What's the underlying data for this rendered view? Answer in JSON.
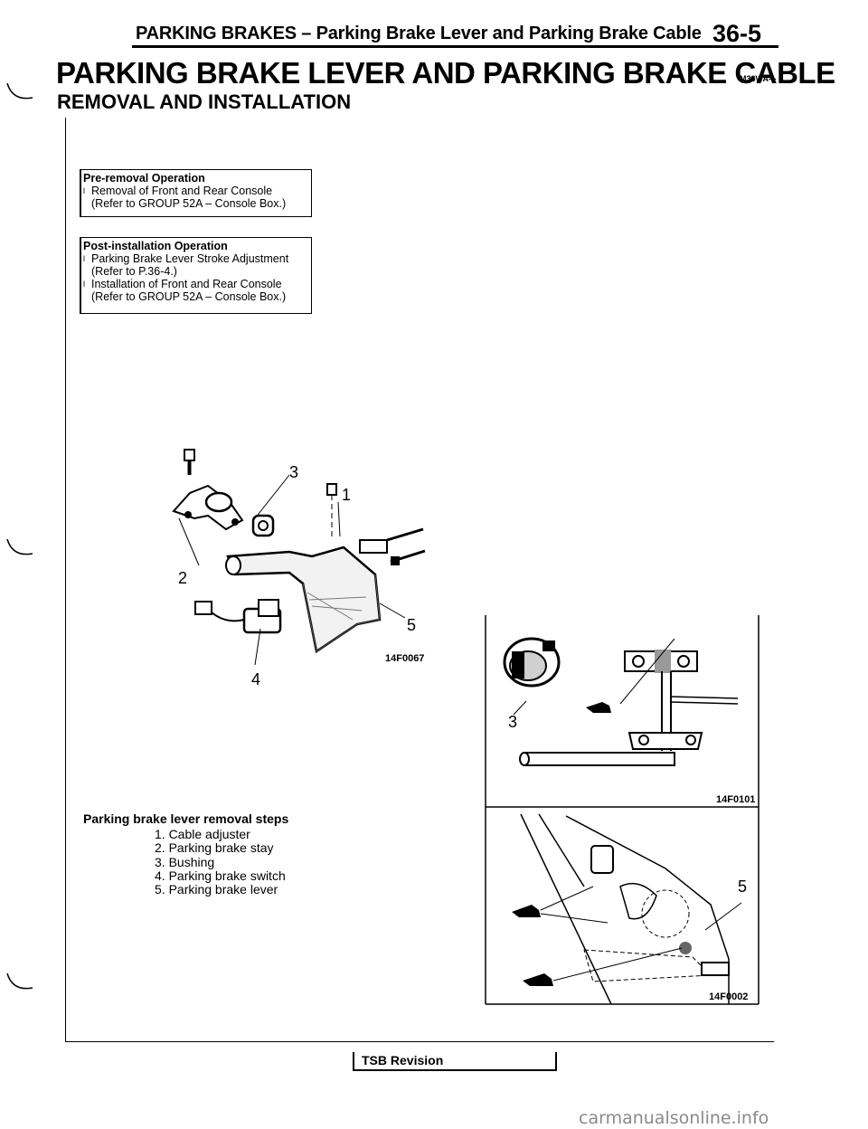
{
  "header": {
    "running_title": "PARKING BRAKES – Parking Brake Lever and Parking Brake Cable",
    "page_number": "36-5"
  },
  "title": "PARKING BRAKE LEVER AND PARKING BRAKE CABLE",
  "section_code": "M36WA- -",
  "subtitle": "REMOVAL AND INSTALLATION",
  "pre_removal": {
    "heading": "Pre-removal Operation",
    "items": [
      {
        "bullet": "l",
        "line1": "Removal of Front and Rear Console",
        "line2": "(Refer to GROUP 52A – Console Box.)"
      }
    ]
  },
  "post_installation": {
    "heading": "Post-installation Operation",
    "items": [
      {
        "bullet": "l",
        "line1": "Parking Brake Lever Stroke Adjustment",
        "line2": "(Refer to P.36-4.)"
      },
      {
        "bullet": "l",
        "line1": "Installation of Front and Rear Console",
        "line2": "(Refer to GROUP 52A – Console Box.)"
      }
    ]
  },
  "figure_main": {
    "code": "14F0067",
    "labels": [
      "1",
      "2",
      "3",
      "4",
      "5"
    ]
  },
  "figure_right_top": {
    "code": "14F0101",
    "label": "3"
  },
  "figure_right_bottom": {
    "code": "14F0002",
    "label": "5"
  },
  "steps": {
    "caption": "Parking brake lever removal steps",
    "items": [
      "1. Cable adjuster",
      "2. Parking brake stay",
      "3. Bushing",
      "4. Parking brake switch",
      "5. Parking brake lever"
    ]
  },
  "footer": {
    "tsb": "TSB Revision"
  },
  "watermark": "carmanualsonline.info"
}
